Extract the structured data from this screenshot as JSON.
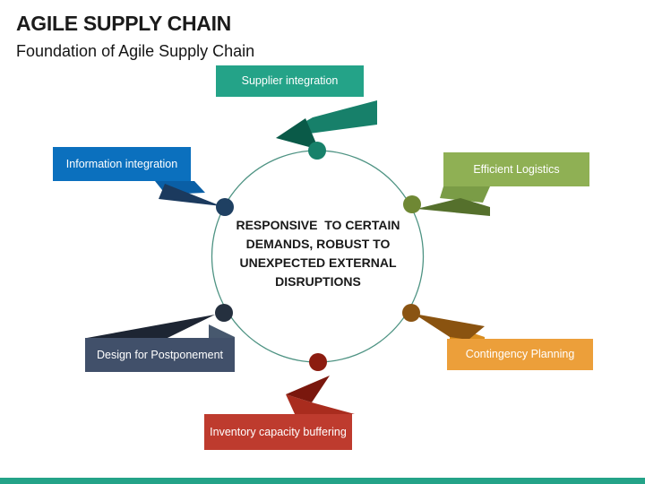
{
  "slide": {
    "title": "AGILE SUPPLY CHAIN",
    "subtitle": "Foundation of Agile Supply Chain",
    "accent_bar_color": "#24A388"
  },
  "hub": {
    "text": "RESPONSIVE  TO CERTAIN\nDEMANDS, ROBUST TO\nUNEXPECTED EXTERNAL\nDISRUPTIONS",
    "circle_color": "#4E9383"
  },
  "nodes": [
    {
      "id": "supplier-integration",
      "label": "Supplier  integration",
      "position": "top",
      "color": "#24A388",
      "dot_color": "#17816A",
      "ribbon": {
        "band": "#17806A",
        "fold": "#0A5A48"
      }
    },
    {
      "id": "information-integration",
      "label": "Information integration",
      "position": "upper-left",
      "color": "#0B70BE",
      "dot_color": "#1F4062",
      "ribbon": {
        "band": "#0A5FA6",
        "fold": "#1B3A5E"
      }
    },
    {
      "id": "efficient-logistics",
      "label": "Efficient Logistics",
      "position": "upper-right",
      "color": "#8FB054",
      "dot_color": "#6F8834",
      "ribbon": {
        "band": "#7A9C46",
        "fold": "#55702C"
      }
    },
    {
      "id": "contingency-planning",
      "label": "Contingency Planning",
      "position": "lower-right",
      "color": "#EC9F3A",
      "dot_color": "#8A5413",
      "ribbon": {
        "band": "#8A5310",
        "fold": "#D98E20"
      }
    },
    {
      "id": "inventory-capacity-buffering",
      "label": "Inventory capacity buffering",
      "position": "bottom",
      "color": "#BE3B2E",
      "dot_color": "#8C1C10",
      "ribbon": {
        "band": "#A92C1E",
        "fold": "#7A170D"
      }
    },
    {
      "id": "design-for-postponement",
      "label": "Design for Postponement",
      "position": "lower-left",
      "color": "#41506A",
      "dot_color": "#25303F",
      "ribbon": {
        "band": "#1D2533",
        "fold": "#47586E"
      }
    }
  ]
}
